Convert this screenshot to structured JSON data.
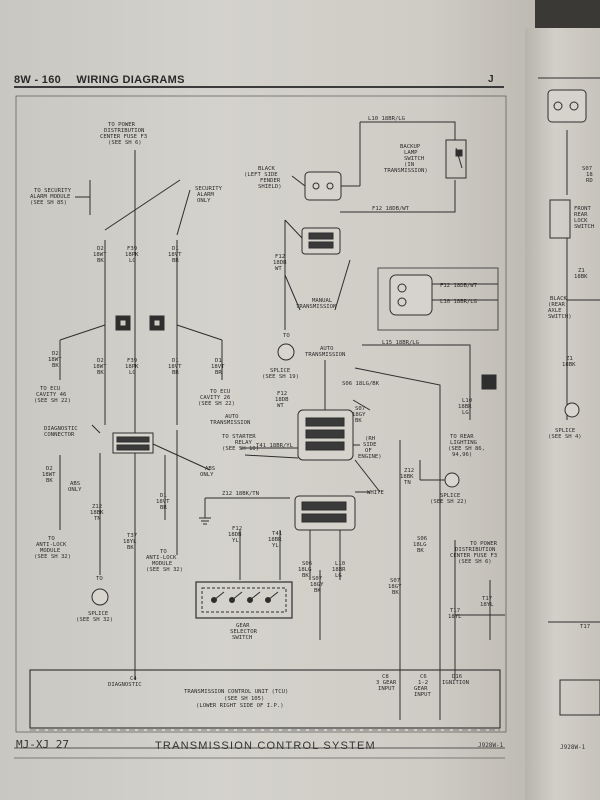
{
  "header": {
    "section": "8W - 160",
    "title": "WIRING DIAGRAMS",
    "mark": "J"
  },
  "footer": {
    "model": "MJ-XJ 27",
    "title": "TRANSMISSION CONTROL SYSTEM",
    "code": "J928W-1"
  },
  "labels": {
    "power_top": [
      "TO POWER",
      "DISTRIBUTION",
      "CENTER FUSE F3",
      "(SEE SH 6)"
    ],
    "security": [
      "TO SECURITY",
      "ALARM MODULE",
      "(SEE SH 85)"
    ],
    "security_only": [
      "SECURITY",
      "ALARM",
      "ONLY"
    ],
    "backup_conn": [
      "BLACK",
      "(LEFT SIDE",
      "FENDER",
      "SHIELD)"
    ],
    "backup_switch": [
      "BACKUP",
      "LAMP",
      "SWITCH",
      "(IN",
      "TRANSMISSION)"
    ],
    "l10_top": "L10 18BR/LG",
    "f12_top": "F12 18DB/WT",
    "f12_right": "F12 18DB/WT",
    "l10_right": "L10 18BR/LG",
    "d2_a": [
      "D2",
      "18WT",
      "BK"
    ],
    "f39_a": [
      "F39",
      "18PK",
      "LG"
    ],
    "d1_a": [
      "D1",
      "18VT",
      "BR"
    ],
    "f12_a": [
      "F12",
      "18DB",
      "WT"
    ],
    "manual": [
      "MANUAL",
      "TRANSMISSION"
    ],
    "to_f12": "TO",
    "splice_f12": [
      "SPLICE",
      "(SEE SH 19)"
    ],
    "auto_trans_1": [
      "AUTO",
      "TRANSMISSION"
    ],
    "l15": "L15 18BR/LG",
    "s06": "S06 18LG/BK",
    "d2_b": [
      "D2",
      "18WT",
      "BK"
    ],
    "d2_c": [
      "D2",
      "18WT",
      "BK"
    ],
    "f39_b": [
      "F39",
      "18PK",
      "LG"
    ],
    "d1_b": [
      "D1",
      "18VT",
      "BR"
    ],
    "d1_c": [
      "D1",
      "18VT",
      "BR"
    ],
    "to_ecu_46": [
      "TO ECU",
      "CAVITY 46",
      "(SEE SH 22)"
    ],
    "to_ecu_26": [
      "TO ECU",
      "CAVITY 26",
      "(SEE SH 22)"
    ],
    "f12_b": [
      "F12",
      "18DB",
      "WT"
    ],
    "auto_trans_2": [
      "AUTO",
      "TRANSMISSION"
    ],
    "s07": [
      "S07",
      "18GY",
      "BK"
    ],
    "rh_side": [
      "(RH",
      "SIDE",
      "OF",
      "ENGINE)"
    ],
    "diag_conn": [
      "DIAGNOSTIC",
      "CONNECTOR"
    ],
    "to_starter": [
      "TO STARTER",
      "RELAY",
      "(SEE SH 10)"
    ],
    "t41_mid": "T41 18BR/YL",
    "l10_mid": [
      "L10",
      "18BR",
      "LG"
    ],
    "to_rear": [
      "TO REAR",
      "LIGHTING",
      "(SEE SH 86,",
      "94,96)"
    ],
    "abs_only_1": [
      "ABS",
      "ONLY"
    ],
    "abs_only_2": [
      "ABS",
      "ONLY"
    ],
    "z12_mid": [
      "Z12",
      "18BK",
      "TN"
    ],
    "splice_z12": [
      "SPLICE",
      "(SEE SH 22)"
    ],
    "to_abs_1": [
      "TO",
      "ANTI-LOCK",
      "MODULE",
      "(SEE SH 32)"
    ],
    "z12_a": "Z12 18BK/TN",
    "white": "WHITE",
    "z12_b": [
      "Z12",
      "18BK",
      "TN"
    ],
    "d1_d": [
      "D1",
      "18VT",
      "BR"
    ],
    "to_abs_2": [
      "TO",
      "ANTI-LOCK",
      "MODULE",
      "(SEE SH 32)"
    ],
    "f12_c": [
      "F12",
      "18DB",
      "YL"
    ],
    "t41_c": [
      "T41",
      "18BR",
      "YL"
    ],
    "s06_b": [
      "S06",
      "18LG",
      "BK"
    ],
    "s06_c": [
      "S06",
      "18LG",
      "BK"
    ],
    "to_power_2": [
      "TO POWER",
      "DISTRIBUTION",
      "CENTER FUSE F3",
      "(SEE SH 6)"
    ],
    "t37": [
      "T37",
      "18YL",
      "BK"
    ],
    "s07_b": [
      "S07",
      "18GY",
      "BK"
    ],
    "s07_c": [
      "S07",
      "18GY",
      "BK"
    ],
    "l10_c": [
      "L10",
      "18BR",
      "LG"
    ],
    "t17_a": [
      "T17",
      "18YL"
    ],
    "t17_b": [
      "T17",
      "18YL"
    ],
    "to_splice_2": "TO",
    "splice_b": [
      "SPLICE",
      "(SEE SH 32)"
    ],
    "gear_sel": [
      "GEAR",
      "SELECTOR",
      "SWITCH"
    ],
    "c4": [
      "C4",
      "DIAGNOSTIC"
    ],
    "c8": [
      "C8",
      "3 GEAR",
      "INPUT"
    ],
    "c6": [
      "C6",
      "1-2",
      "GEAR",
      "INPUT"
    ],
    "d16": [
      "D16",
      "IGNITION"
    ],
    "tcu": [
      "TRANSMISSION CONTROL UNIT (TCU)",
      "(SEE SH 105)",
      "(LOWER RIGHT SIDE OF I.P.)"
    ],
    "page2_conn": [
      "S07",
      "18",
      "RD"
    ],
    "page2_front": [
      "FRONT",
      "REAR",
      "LOCK",
      "SWITCH"
    ],
    "page2_black": [
      "BLACK",
      "(REAR",
      "AXLE",
      "SWITCH)"
    ],
    "page2_z1a": [
      "Z1",
      "18BK"
    ],
    "page2_z1b": [
      "Z1",
      "18BK"
    ],
    "page2_splice": [
      "SPLICE",
      "(SEE SH 4)"
    ],
    "page2_t17": "T17"
  }
}
